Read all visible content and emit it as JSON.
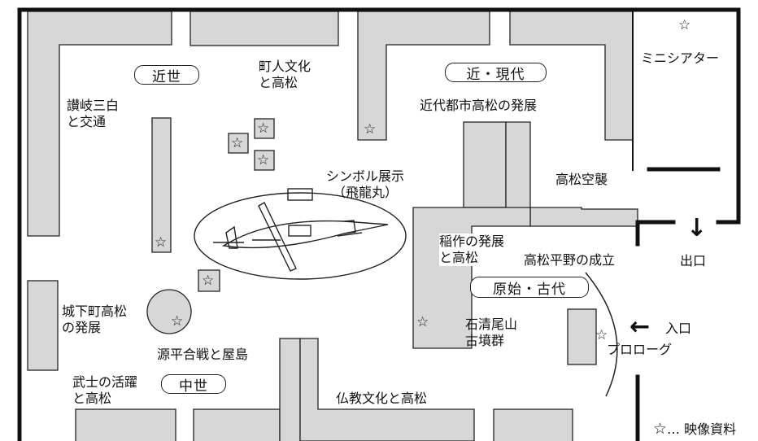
{
  "colors": {
    "wall": "#111111",
    "case": "#d7d7d7",
    "background": "#ffffff"
  },
  "eras": {
    "kinsei": "近世",
    "kin_gendai": "近・現代",
    "genshi_kodai": "原始・古代",
    "chusei": "中世"
  },
  "sections": {
    "sanuki": "讃岐三白\nと交通",
    "machibito": "町人文化\nと高松",
    "kindai_toshi": "近代都市高松の発展",
    "mini_theater": "ミニシアター",
    "symbol": "シンボル展示\n（飛龍丸）",
    "kushu": "高松空襲",
    "inasaku": "稲作の発展\nと高松",
    "heiya": "高松平野の成立",
    "exit": "出口",
    "joka": "城下町高松\nの発展",
    "iwashimizu": "石清尾山\n古墳群",
    "entrance": "入口",
    "prologue": "プロローグ",
    "genpei": "源平合戦と屋島",
    "bushi": "武士の活躍\nと高松",
    "bukkyo": "仏教文化と高松"
  },
  "legend": {
    "symbol": "☆",
    "text": "… 映像資料"
  },
  "icons": {
    "video_star": "☆",
    "entrance_arrow": "left-arrow-icon",
    "exit_arrow": "down-arrow-icon"
  }
}
